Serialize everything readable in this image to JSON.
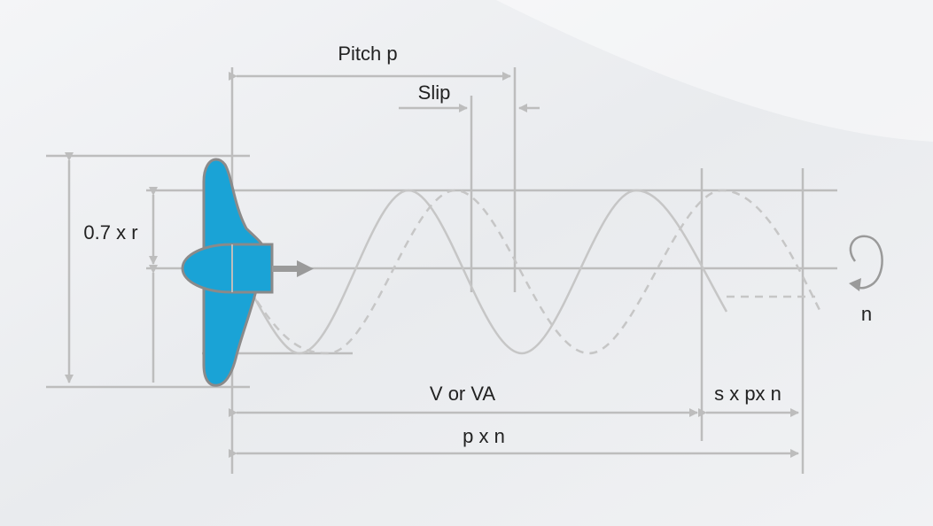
{
  "labels": {
    "pitch": "Pitch p",
    "slip": "Slip",
    "radius": "0.7 x r",
    "speed": "V or VA",
    "slip_distance": "s x px n",
    "theoretical_distance": "p x n",
    "rotation": "n"
  },
  "colors": {
    "blade": "#1aa3d6",
    "line": "#bdbdbd",
    "text": "#222222"
  },
  "icons": {
    "propeller": "propeller-icon",
    "rotation": "rotation-arrow-icon",
    "thrust": "thrust-arrow-icon"
  }
}
